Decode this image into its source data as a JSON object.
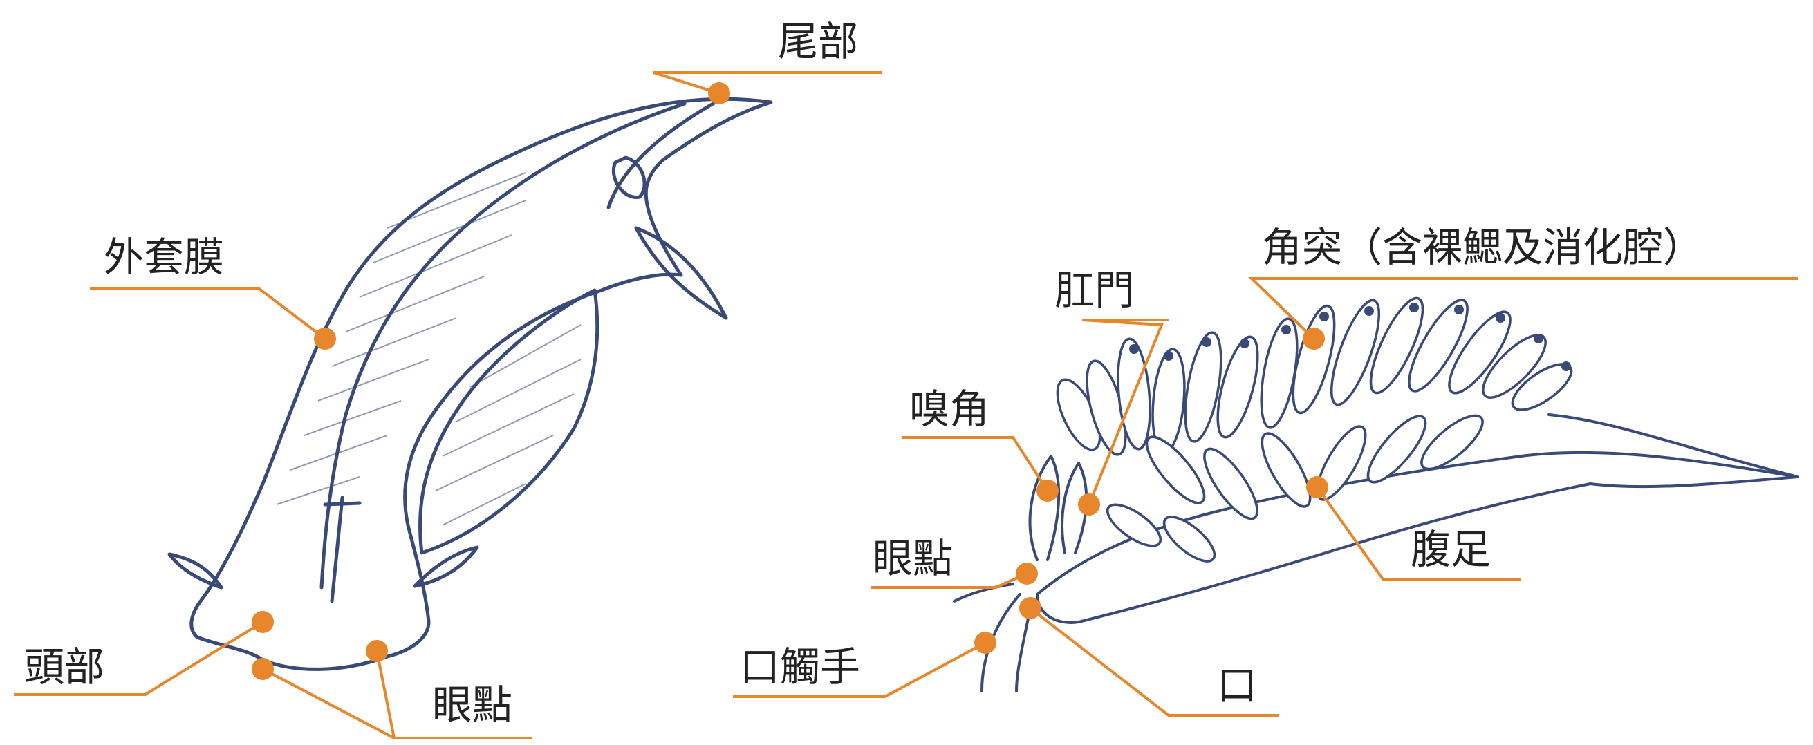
{
  "colors": {
    "leader": "#E8862C",
    "ink": "#3A4A78",
    "text": "#222222"
  },
  "left_specimen": {
    "labels": {
      "tail": "尾部",
      "mantle": "外套膜",
      "head": "頭部",
      "eyespot": "眼點"
    }
  },
  "right_specimen": {
    "labels": {
      "cerata": "角突（含裸鰓及消化腔）",
      "anus": "肛門",
      "rhinophore": "嗅角",
      "eyespot": "眼點",
      "oral_tentacle": "口觸手",
      "mouth": "口",
      "foot": "腹足"
    }
  }
}
